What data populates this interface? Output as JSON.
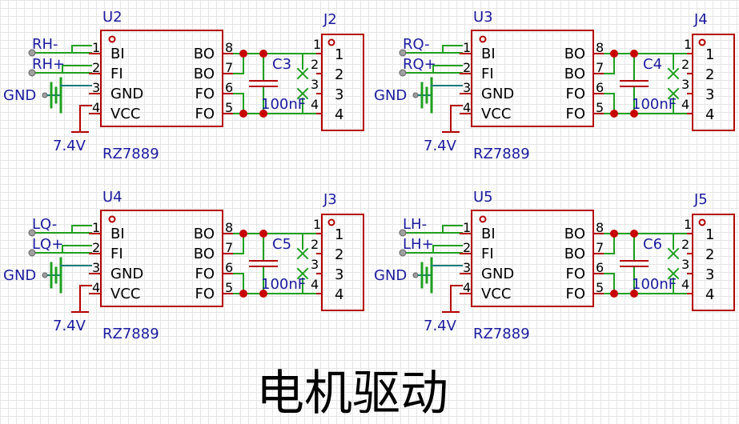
{
  "title": "电机驱动",
  "colors": {
    "wire": "#1fa01f",
    "body": "#b40000",
    "junction": "#c80000",
    "text": "#1a1aa0",
    "grid": "#e6e6e6"
  },
  "common": {
    "gnd_label": "GND",
    "power_label": "7.4V",
    "chip_part": "RZ7889",
    "cap_value": "100nF",
    "left_pins": [
      {
        "num": "1",
        "name": "BI"
      },
      {
        "num": "2",
        "name": "FI"
      },
      {
        "num": "3",
        "name": "GND"
      },
      {
        "num": "4",
        "name": "VCC"
      }
    ],
    "right_pins": [
      {
        "num": "8",
        "name": "BO"
      },
      {
        "num": "7",
        "name": "BO"
      },
      {
        "num": "6",
        "name": "FO"
      },
      {
        "num": "5",
        "name": "FO"
      }
    ],
    "connector_pins": [
      "1",
      "2",
      "3",
      "4"
    ],
    "cap_pins": [
      "2",
      "3",
      "4"
    ]
  },
  "blocks": [
    {
      "chip": "U2",
      "connector": "J2",
      "cap": "C3",
      "in_minus": "RH-",
      "in_plus": "RH+"
    },
    {
      "chip": "U3",
      "connector": "J4",
      "cap": "C4",
      "in_minus": "RQ-",
      "in_plus": "RQ+"
    },
    {
      "chip": "U4",
      "connector": "J3",
      "cap": "C5",
      "in_minus": "LQ-",
      "in_plus": "LQ+"
    },
    {
      "chip": "U5",
      "connector": "J5",
      "cap": "C6",
      "in_minus": "LH-",
      "in_plus": "LH+"
    }
  ]
}
